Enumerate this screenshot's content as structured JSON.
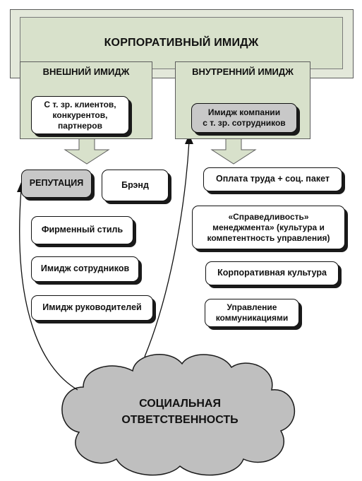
{
  "title": "КОРПОРАТИВНЫЙ ИМИДЖ",
  "external": {
    "header": "ВНЕШНИЙ ИМИДЖ",
    "source_box": [
      "С т. зр. клиентов,",
      "конкурентов,",
      "партнеров"
    ],
    "items": {
      "reputation": "РЕПУТАЦИЯ",
      "brand": "Брэнд",
      "corporate_style": "Фирменный стиль",
      "employee_image": "Имидж сотрудников",
      "leader_image": "Имидж руководителей"
    }
  },
  "internal": {
    "header": "ВНУТРЕННИЙ ИМИДЖ",
    "source_box": [
      "Имидж компании",
      "с т. зр. сотрудников"
    ],
    "items": {
      "pay": "Оплата труда + соц. пакет",
      "fairness": [
        "«Справедливость»",
        "менеджмента» (культура и",
        "компетентность управления)"
      ],
      "culture": "Корпоративная культура",
      "communications": [
        "Управление",
        "коммуникациями"
      ]
    }
  },
  "cloud": [
    "СОЦИАЛЬНАЯ",
    "ОТВЕТСТВЕННОСТЬ"
  ]
}
